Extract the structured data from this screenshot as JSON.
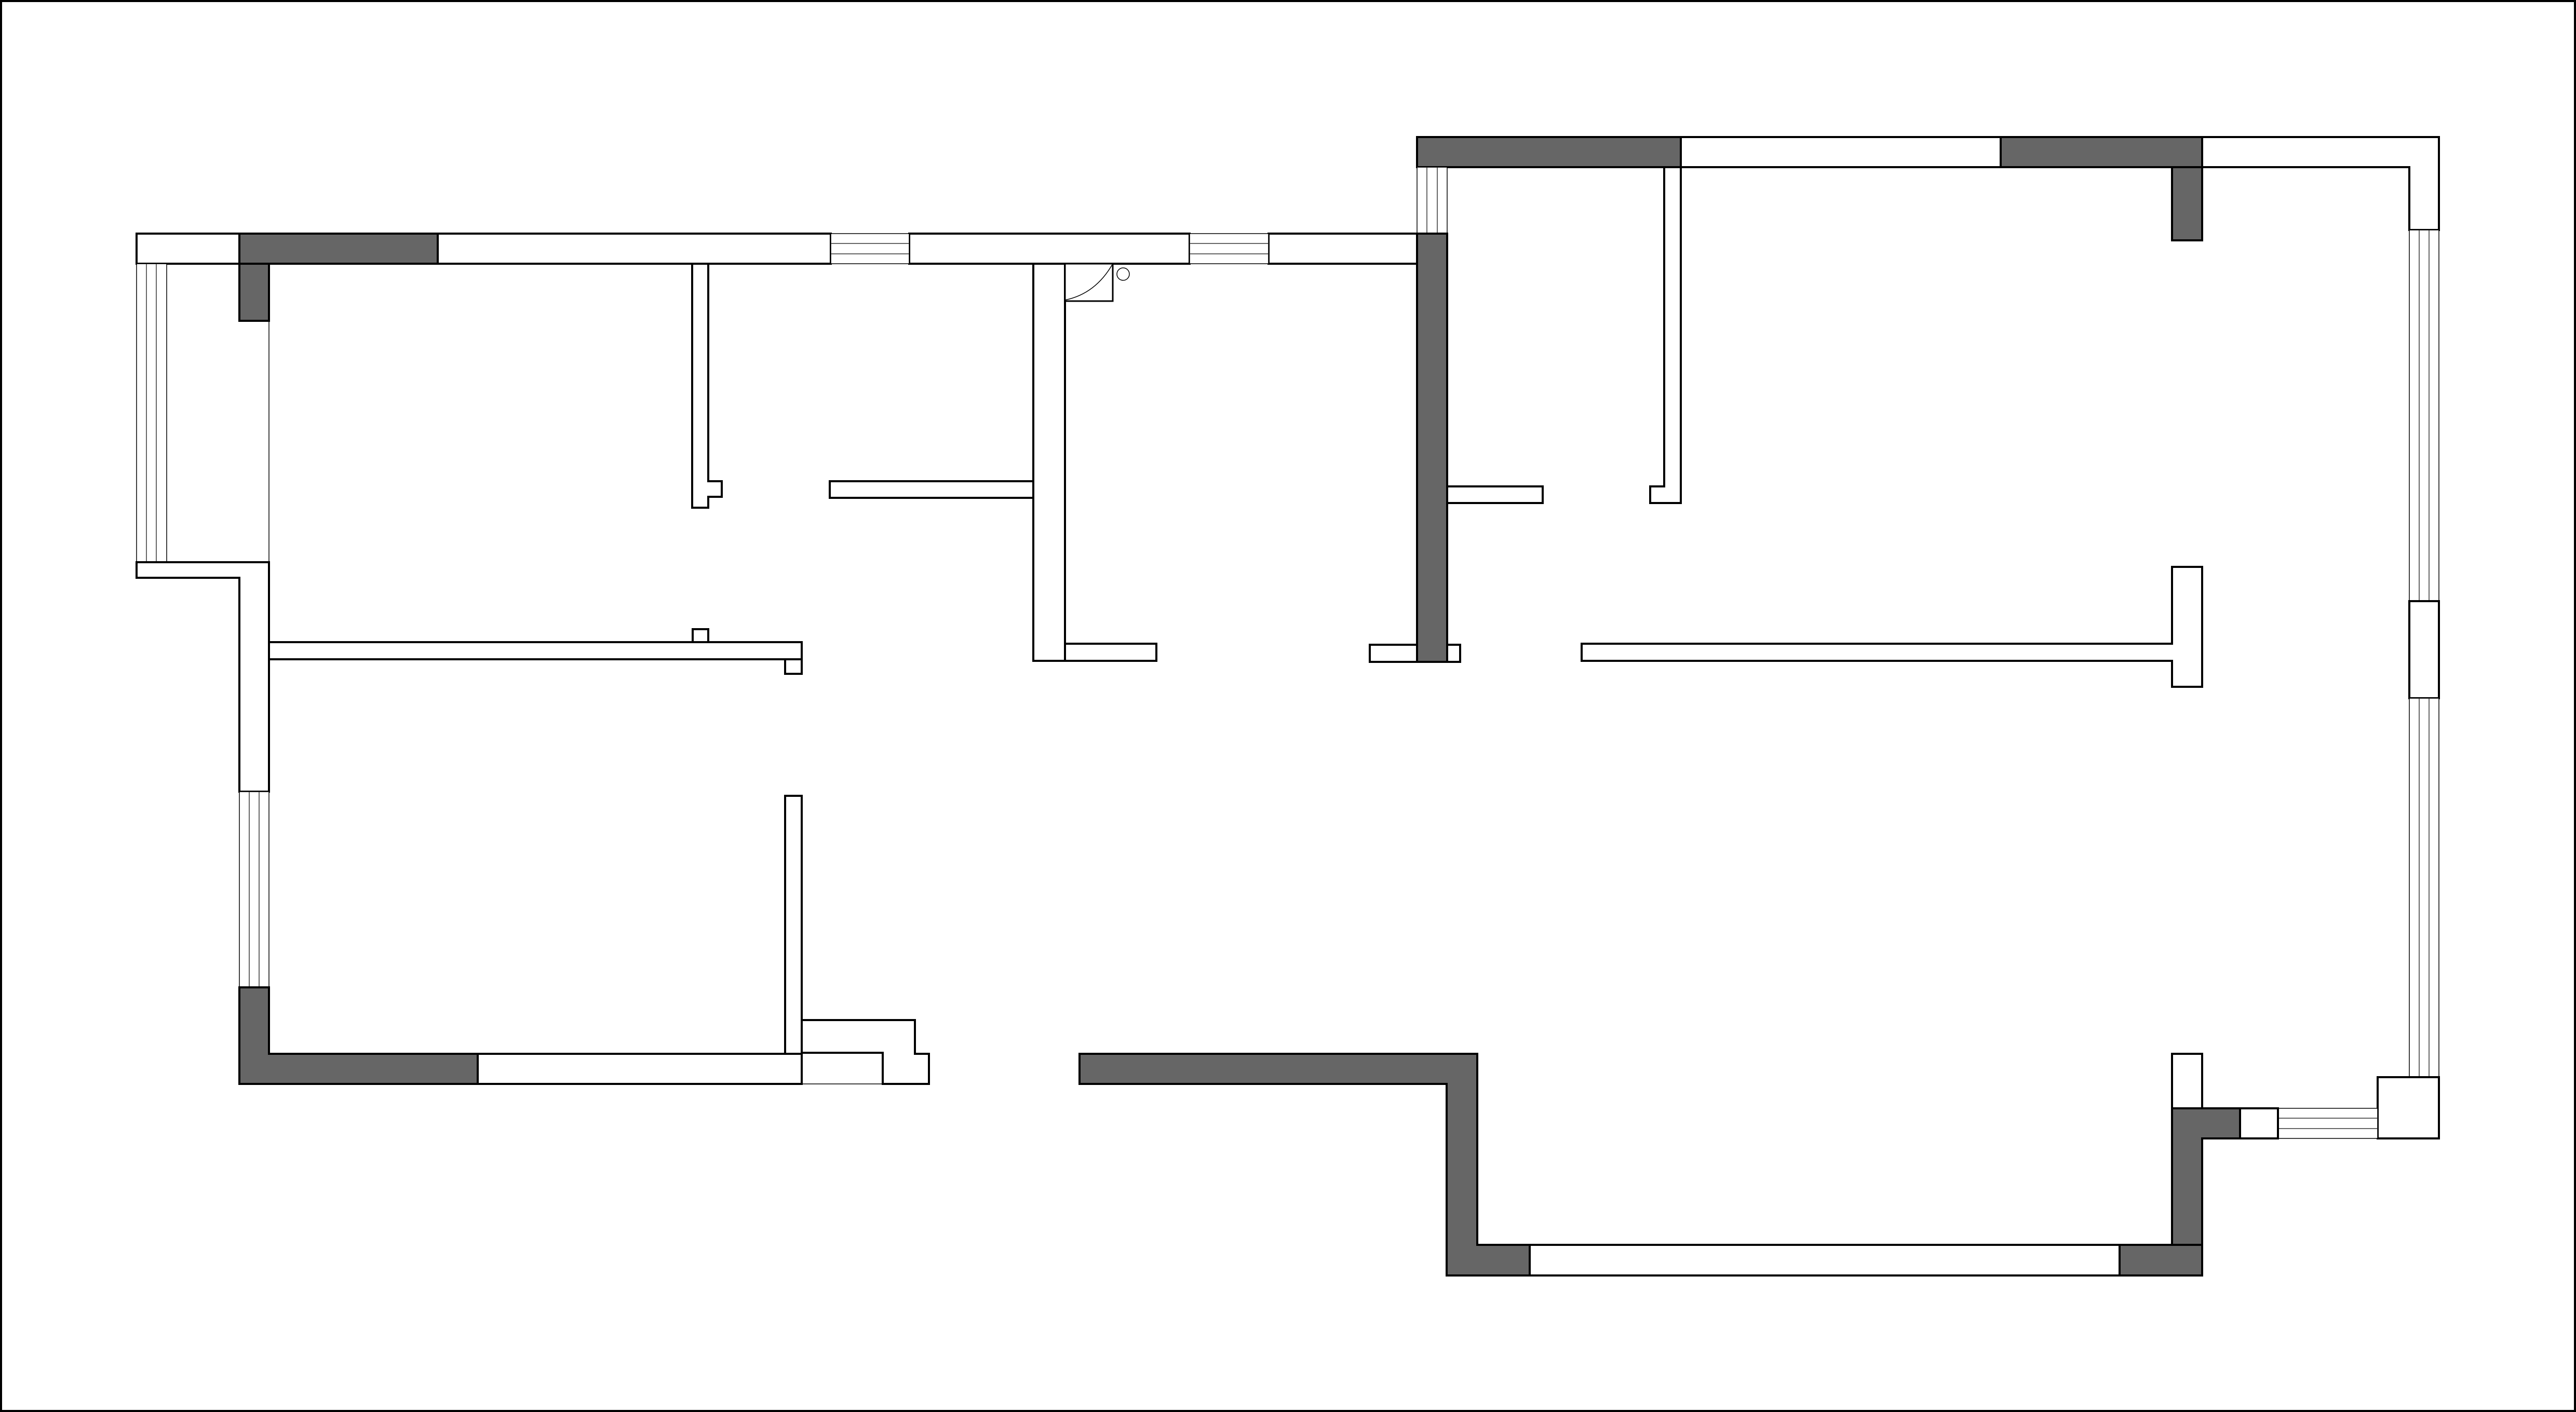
{
  "figure": {
    "type": "architectural-floor-plan",
    "colors": {
      "background": "#ffffff",
      "line": "#000000",
      "load_bearing_wall": "#666666",
      "partition_wall": "#ffffff"
    },
    "wall_types": [
      "load-bearing",
      "partition"
    ],
    "opening_types": [
      "window",
      "doorway"
    ],
    "fixture_types": [
      "basin"
    ],
    "text_labels": []
  }
}
